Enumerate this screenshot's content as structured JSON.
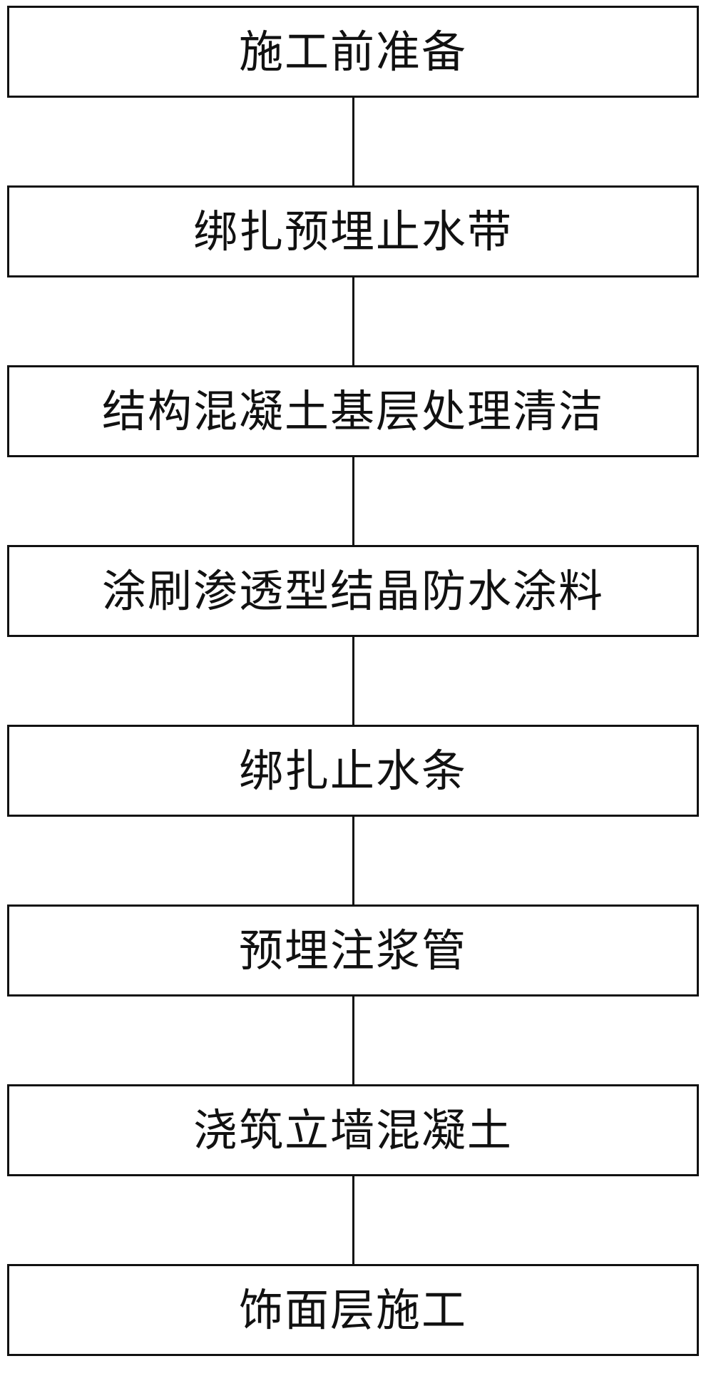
{
  "flowchart": {
    "steps": [
      {
        "label": "施工前准备"
      },
      {
        "label": "绑扎预埋止水带"
      },
      {
        "label": "结构混凝土基层处理清洁"
      },
      {
        "label": "涂刷渗透型结晶防水涂料"
      },
      {
        "label": "绑扎止水条"
      },
      {
        "label": "预埋注浆管"
      },
      {
        "label": "浇筑立墙混凝土"
      },
      {
        "label": "饰面层施工"
      }
    ],
    "colors": {
      "line": "#111111",
      "box_fill": "#ffffff",
      "text": "#111111"
    }
  }
}
